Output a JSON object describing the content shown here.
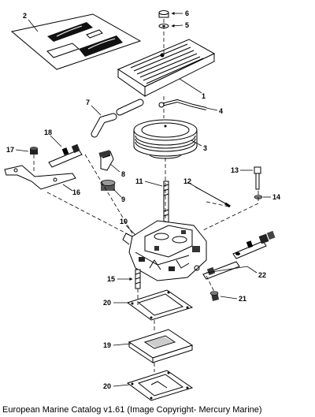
{
  "caption": "European Marine Catalog v1.61 (Image Copyright- Mercury Marine)",
  "callouts": [
    "1",
    "2",
    "3",
    "4",
    "5",
    "6",
    "7",
    "8",
    "9",
    "10",
    "11",
    "12",
    "13",
    "14",
    "15",
    "16",
    "17",
    "18",
    "19",
    "20",
    "20",
    "21",
    "22"
  ]
}
